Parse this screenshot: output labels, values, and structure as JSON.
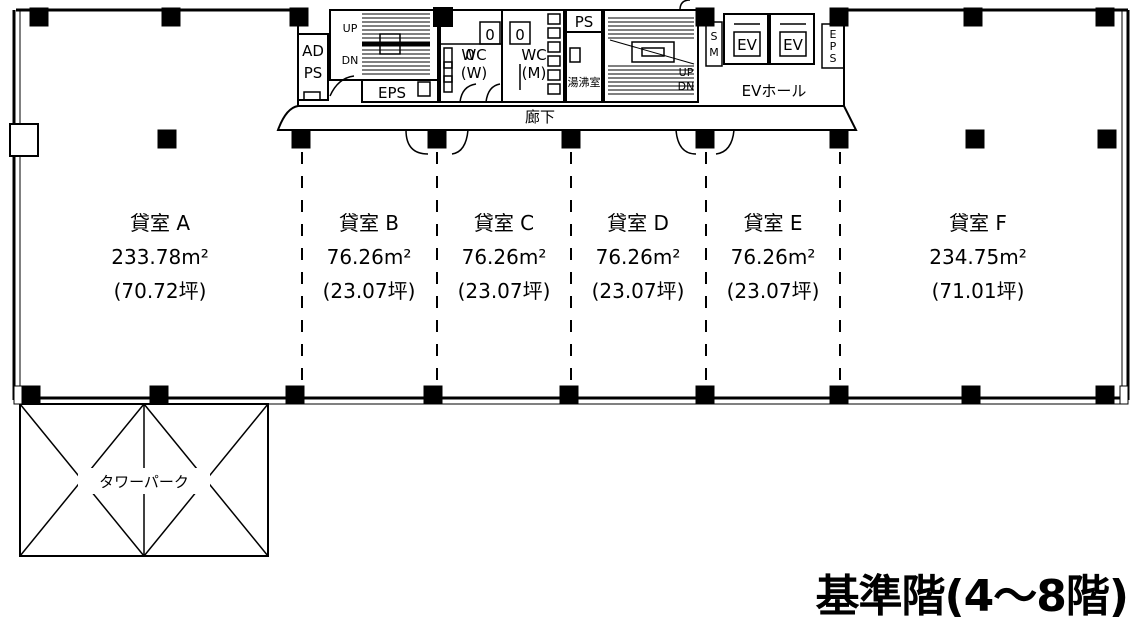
{
  "floor_title": "基準階(4〜8階)",
  "tenants": [
    {
      "name": "貸室 A",
      "area": "233.78m²",
      "tsubo": "(70.72坪)"
    },
    {
      "name": "貸室 B",
      "area": "76.26m²",
      "tsubo": "(23.07坪)"
    },
    {
      "name": "貸室 C",
      "area": "76.26m²",
      "tsubo": "(23.07坪)"
    },
    {
      "name": "貸室 D",
      "area": "76.26m²",
      "tsubo": "(23.07坪)"
    },
    {
      "name": "貸室 E",
      "area": "76.26m²",
      "tsubo": "(23.07坪)"
    },
    {
      "name": "貸室 F",
      "area": "234.75m²",
      "tsubo": "(71.01坪)"
    }
  ],
  "core": {
    "corridor": "廊下",
    "ad_ps_1": "AD",
    "ad_ps_2": "PS",
    "stair_up_left": "UP",
    "stair_dn_left": "DN",
    "eps_left": "EPS",
    "wc_w_1": "WC",
    "wc_w_2": "(W)",
    "wc_m_1": "WC",
    "wc_m_2": "(M)",
    "ps": "PS",
    "pantry": "湯沸室",
    "stair_up_right": "UP",
    "stair_dn_right": "DN",
    "sm_1": "S",
    "sm_2": "M",
    "ev1": "EV",
    "ev2": "EV",
    "eps_right_1": "E",
    "eps_right_2": "P",
    "eps_right_3": "S",
    "ev_hall": "EVホール",
    "wc_mark_1": "0",
    "wc_mark_2": "0",
    "wc_mark_3": "0"
  },
  "tower_park": "タワーパーク"
}
